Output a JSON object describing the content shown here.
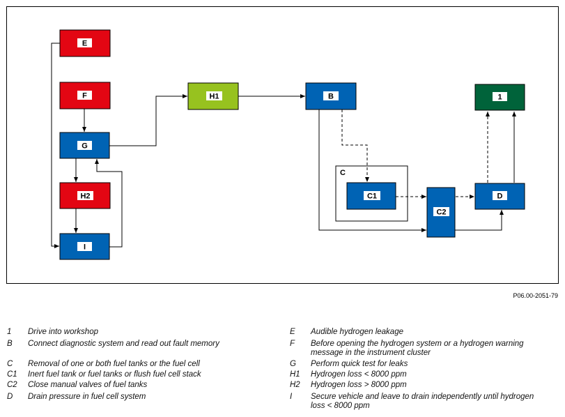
{
  "boxes": {
    "E": {
      "label": "E",
      "color": "#e30613"
    },
    "F": {
      "label": "F",
      "color": "#e30613"
    },
    "G": {
      "label": "G",
      "color": "#0063b4"
    },
    "H2": {
      "label": "H2",
      "color": "#e30613"
    },
    "I": {
      "label": "I",
      "color": "#0063b4"
    },
    "H1": {
      "label": "H1",
      "color": "#97c21f"
    },
    "B": {
      "label": "B",
      "color": "#0063b4"
    },
    "C1": {
      "label": "C1",
      "color": "#0063b4"
    },
    "C2": {
      "label": "C2",
      "color": "#0063b4"
    },
    "D": {
      "label": "D",
      "color": "#0063b4"
    },
    "1": {
      "label": "1",
      "color": "#00633a"
    }
  },
  "group_c": {
    "label": "C"
  },
  "reference": "P06.00-2051-79",
  "legend_left": [
    {
      "key": "1",
      "text": "Drive into workshop"
    },
    {
      "key": "B",
      "text": "Connect diagnostic system and read out fault memory"
    },
    {
      "key": "C",
      "text": "Removal of one or both fuel tanks or the fuel cell"
    },
    {
      "key": "C1",
      "text": "Inert fuel tank or fuel tanks or flush fuel cell stack"
    },
    {
      "key": "C2",
      "text": "Close manual valves of fuel tanks"
    },
    {
      "key": "D",
      "text": "Drain pressure in fuel cell system"
    }
  ],
  "legend_right": [
    {
      "key": "E",
      "text": "Audible hydrogen leakage"
    },
    {
      "key": "F",
      "text": "Before opening the hydrogen system or a hydrogen warning message in the instrument cluster"
    },
    {
      "key": "G",
      "text": "Perform quick test for leaks"
    },
    {
      "key": "H1",
      "text": "Hydrogen loss < 8000 ppm"
    },
    {
      "key": "H2",
      "text": "Hydrogen loss > 8000 ppm"
    },
    {
      "key": "I",
      "text": "Secure vehicle and leave to drain independently until hydrogen loss < 8000 ppm"
    }
  ]
}
